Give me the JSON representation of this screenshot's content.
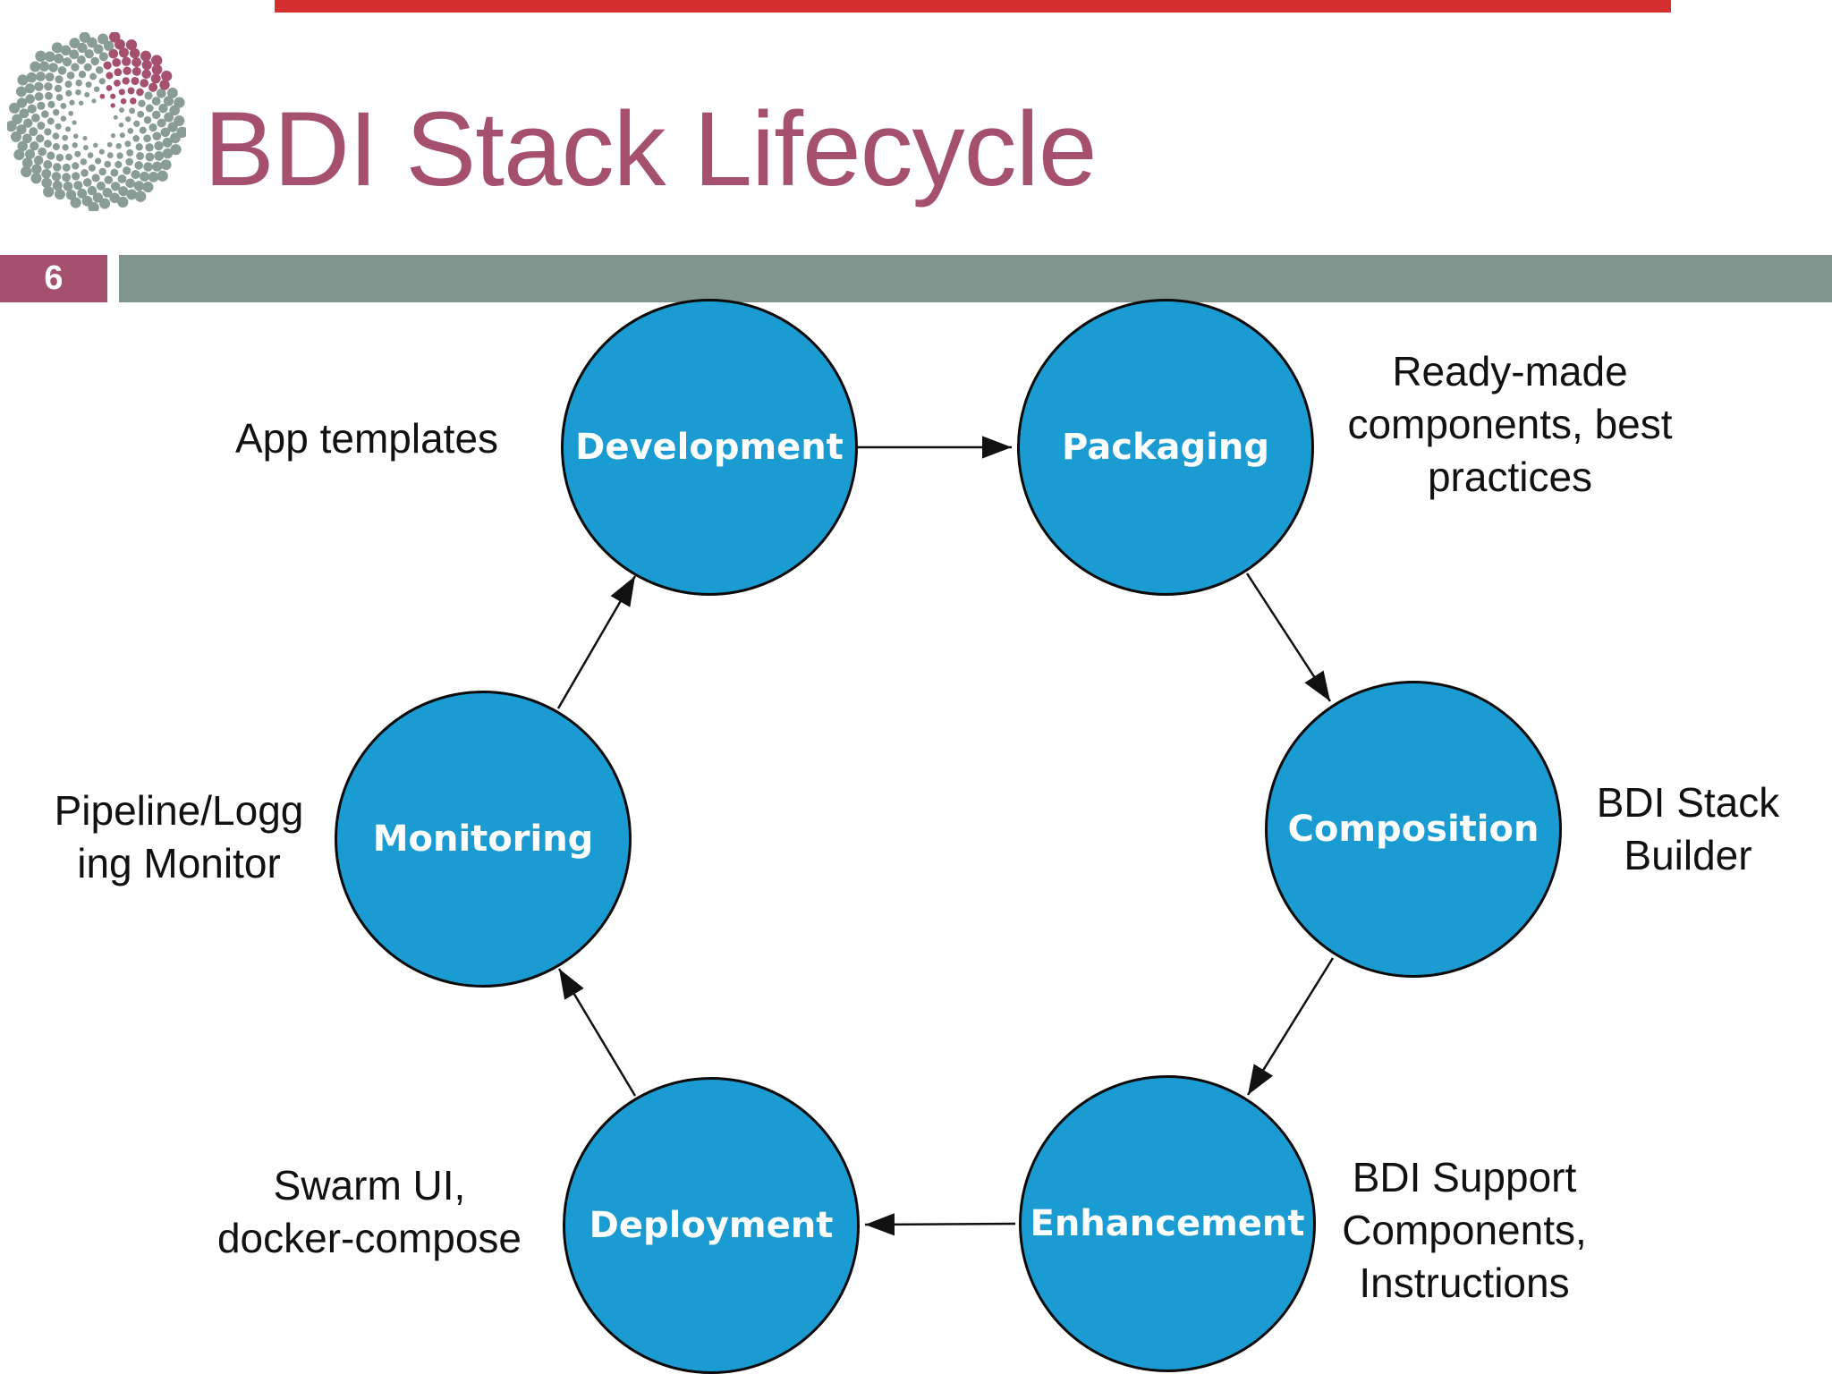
{
  "slide": {
    "title": "BDI Stack Lifecycle",
    "page_number": "6"
  },
  "colors": {
    "accent_rose": "#a65070",
    "title_rose": "#a5506e",
    "top_bar_red": "#d62f2f",
    "band_sage_green": "#80958e",
    "node_blue": "#1a9cd3",
    "node_text": "#ffffff",
    "annotation_text": "#111111",
    "logo_dot_gray": "#8a9c96",
    "logo_dot_rose": "#a65070"
  },
  "diagram": {
    "type": "cycle",
    "labels": {
      "development": "Development",
      "packaging": "Packaging",
      "composition": "Composition",
      "enhancement": "Enhancement",
      "deployment": "Deployment",
      "monitoring": "Monitoring"
    },
    "cycle_order": [
      "Development",
      "Packaging",
      "Composition",
      "Enhancement",
      "Deployment",
      "Monitoring"
    ],
    "annotations": {
      "app_templates": "App templates",
      "ready_made": "Ready-made\ncomponents, best\npractices",
      "stack_builder": "BDI Stack\nBuilder",
      "support_components": "BDI Support\nComponents,\nInstructions",
      "swarm": "Swarm UI,\ndocker-compose",
      "pipeline": "Pipeline/Logg\ning Monitor"
    }
  }
}
